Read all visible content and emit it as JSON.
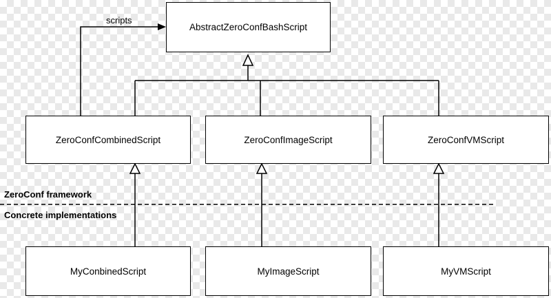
{
  "diagram": {
    "classes": {
      "abstract": "AbstractZeroConfBashScript",
      "combined": "ZeroConfCombinedScript",
      "image": "ZeroConfImageScript",
      "vm": "ZeroConfVMScript",
      "my_combined": "MyConbinedScript",
      "my_image": "MyImageScript",
      "my_vm": "MyVMScript"
    },
    "association_label": "scripts",
    "layer_labels": {
      "framework": "ZeroConf framework",
      "implementations": "Concrete implementations"
    }
  }
}
